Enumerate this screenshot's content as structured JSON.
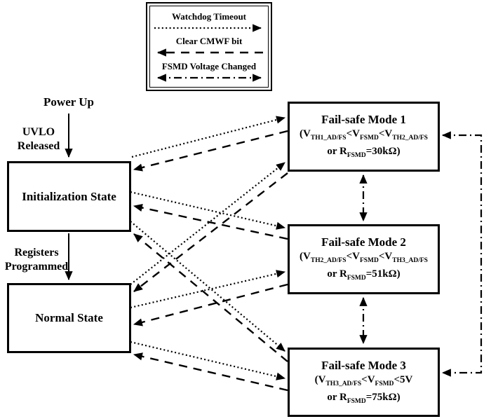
{
  "colors": {
    "line": "#000000",
    "background": "#ffffff"
  },
  "legend": {
    "watchdog": "Watchdog Timeout",
    "clear_cmwf": "Clear CMWF bit",
    "fsmd_changed": "FSMD Voltage Changed"
  },
  "left_flow": {
    "power_up": "Power Up",
    "uvlo_line1": "UVLO",
    "uvlo_line2": "Released",
    "registers_line1": "Registers",
    "registers_line2": "Programmed",
    "init_state": "Initialization State",
    "normal_state": "Normal State"
  },
  "modes": [
    {
      "title": "Fail-safe Mode 1",
      "cond1": {
        "t1": "(V",
        "s1": "TH1_AD/FS",
        "t2": "<V",
        "s2": "FSMD",
        "t3": "<V",
        "s3": "TH2_AD/FS"
      },
      "cond2": {
        "t1": "or R",
        "s1": "FSMD",
        "t2": "=30kΩ)"
      }
    },
    {
      "title": "Fail-safe Mode 2",
      "cond1": {
        "t1": "(V",
        "s1": "TH2_AD/FS",
        "t2": "<V",
        "s2": "FSMD",
        "t3": "<V",
        "s3": "TH3_AD/FS"
      },
      "cond2": {
        "t1": "or R",
        "s1": "FSMD",
        "t2": "=51kΩ)"
      }
    },
    {
      "title": "Fail-safe Mode 3",
      "cond1": {
        "t1": "(V",
        "s1": "TH3_AD/FS",
        "t2": "<V",
        "s2": "FSMD",
        "t3": "<5V",
        "s3": ""
      },
      "cond2": {
        "t1": "or R",
        "s1": "FSMD",
        "t2": "=75kΩ)"
      }
    }
  ],
  "transitions": [
    {
      "from": "Power Up",
      "to": "Initialization State",
      "event": "UVLO Released"
    },
    {
      "from": "Initialization State",
      "to": "Normal State",
      "event": "Registers Programmed"
    },
    {
      "from": "Initialization State",
      "to": "Fail-safe Mode 1",
      "event": "Watchdog Timeout"
    },
    {
      "from": "Initialization State",
      "to": "Fail-safe Mode 2",
      "event": "Watchdog Timeout"
    },
    {
      "from": "Initialization State",
      "to": "Fail-safe Mode 3",
      "event": "Watchdog Timeout"
    },
    {
      "from": "Normal State",
      "to": "Fail-safe Mode 1",
      "event": "Watchdog Timeout"
    },
    {
      "from": "Normal State",
      "to": "Fail-safe Mode 2",
      "event": "Watchdog Timeout"
    },
    {
      "from": "Normal State",
      "to": "Fail-safe Mode 3",
      "event": "Watchdog Timeout"
    },
    {
      "from": "Fail-safe Mode 1",
      "to": "Initialization State",
      "event": "Clear CMWF bit"
    },
    {
      "from": "Fail-safe Mode 2",
      "to": "Initialization State",
      "event": "Clear CMWF bit"
    },
    {
      "from": "Fail-safe Mode 3",
      "to": "Initialization State",
      "event": "Clear CMWF bit"
    },
    {
      "from": "Fail-safe Mode 1",
      "to": "Normal State",
      "event": "Clear CMWF bit"
    },
    {
      "from": "Fail-safe Mode 2",
      "to": "Normal State",
      "event": "Clear CMWF bit"
    },
    {
      "from": "Fail-safe Mode 3",
      "to": "Normal State",
      "event": "Clear CMWF bit"
    },
    {
      "from": "Fail-safe Mode 1",
      "to": "Fail-safe Mode 2",
      "event": "FSMD Voltage Changed",
      "bidirectional": true
    },
    {
      "from": "Fail-safe Mode 2",
      "to": "Fail-safe Mode 3",
      "event": "FSMD Voltage Changed",
      "bidirectional": true
    },
    {
      "from": "Fail-safe Mode 1",
      "to": "Fail-safe Mode 3",
      "event": "FSMD Voltage Changed",
      "bidirectional": true
    }
  ]
}
